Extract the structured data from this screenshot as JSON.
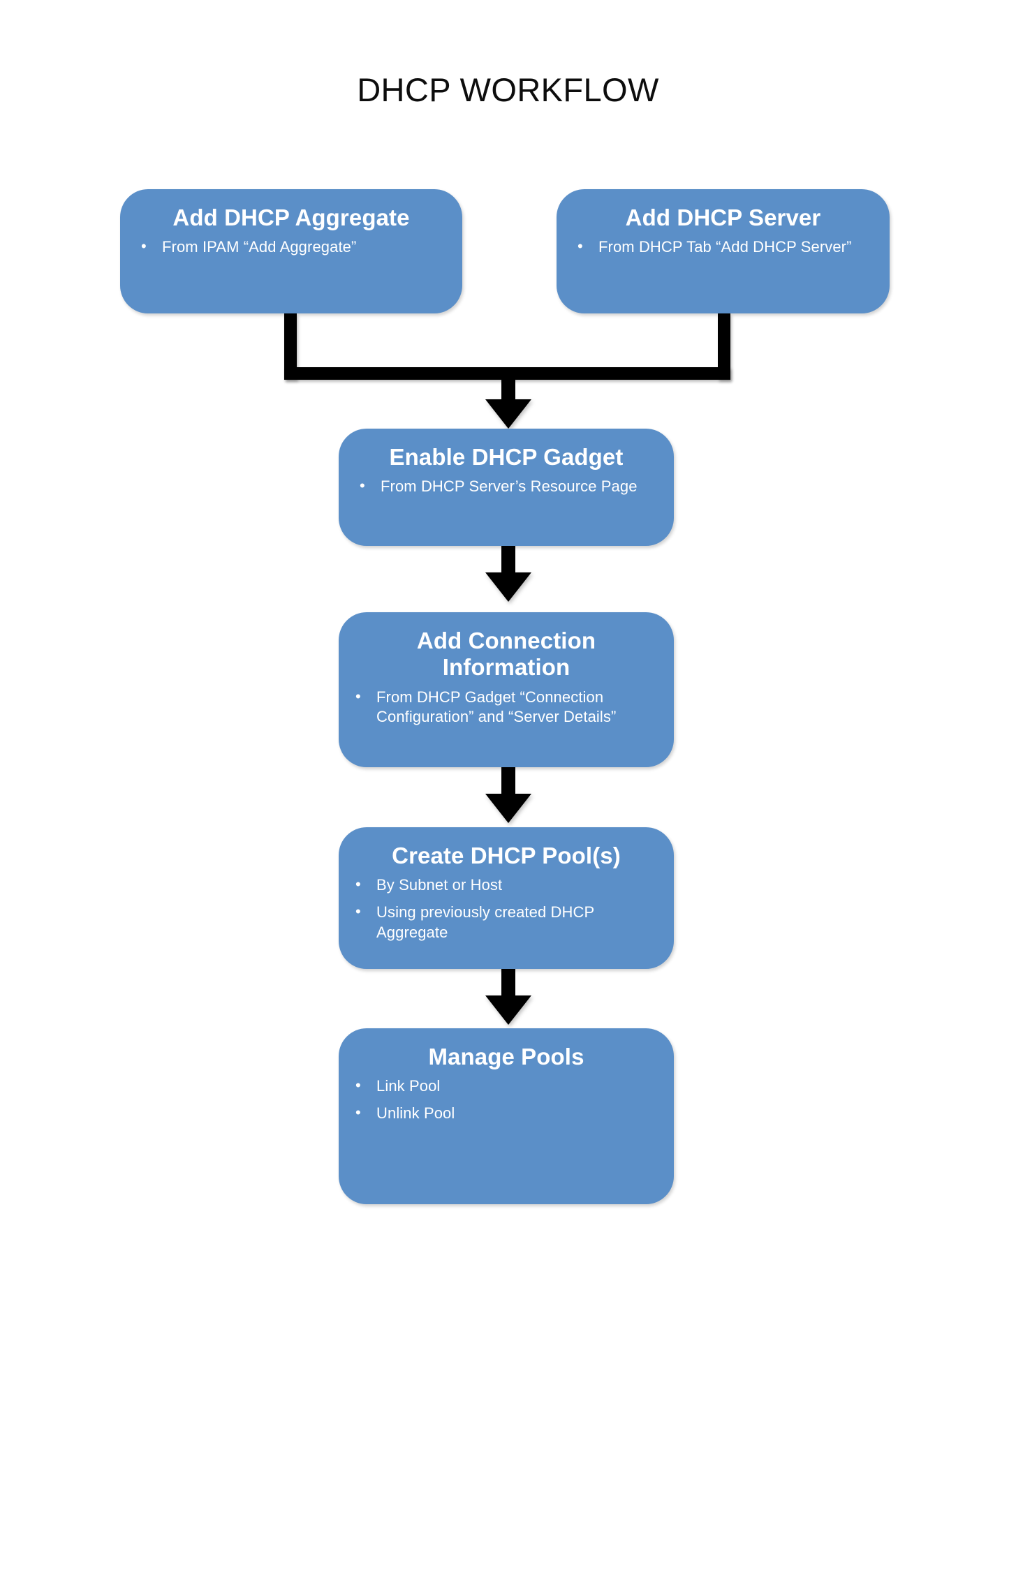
{
  "diagram": {
    "title": "DHCP WORKFLOW",
    "type": "flowchart",
    "accent_color": "#5B8FC8",
    "connector_color": "#000000",
    "text_color": "#FFFFFF",
    "background": "#FFFFFF"
  },
  "nodes": [
    {
      "id": "add-dhcp-aggregate",
      "title": "Add DHCP Aggregate",
      "bullets": [
        "From  IPAM “Add Aggregate”"
      ]
    },
    {
      "id": "add-dhcp-server",
      "title": "Add DHCP Server",
      "bullets": [
        "From  DHCP Tab “Add DHCP Server”"
      ]
    },
    {
      "id": "enable-dhcp-gadget",
      "title": "Enable DHCP Gadget",
      "bullets": [
        "From  DHCP Server’s Resource Page"
      ]
    },
    {
      "id": "add-connection-information",
      "title_line1": "Add Connection",
      "title_line2": "Information",
      "bullets": [
        "From  DHCP Gadget “Connection Configuration” and “Server Details”"
      ]
    },
    {
      "id": "create-dhcp-pools",
      "title": "Create DHCP Pool(s)",
      "bullets": [
        "By Subnet or Host",
        "Using previously created DHCP Aggregate"
      ]
    },
    {
      "id": "manage-pools",
      "title": "Manage Pools",
      "bullets": [
        "Link Pool",
        "Unlink Pool"
      ]
    }
  ],
  "connectors": [
    {
      "id": "merge-aggregate-server-to-gadget",
      "from": [
        "add-dhcp-aggregate",
        "add-dhcp-server"
      ],
      "to": "enable-dhcp-gadget",
      "style": "merge-arrow"
    },
    {
      "id": "gadget-to-connection",
      "from": [
        "enable-dhcp-gadget"
      ],
      "to": "add-connection-information",
      "style": "arrow-down"
    },
    {
      "id": "connection-to-pools",
      "from": [
        "add-connection-information"
      ],
      "to": "create-dhcp-pools",
      "style": "arrow-down"
    },
    {
      "id": "pools-to-manage",
      "from": [
        "create-dhcp-pools"
      ],
      "to": "manage-pools",
      "style": "arrow-down"
    }
  ]
}
